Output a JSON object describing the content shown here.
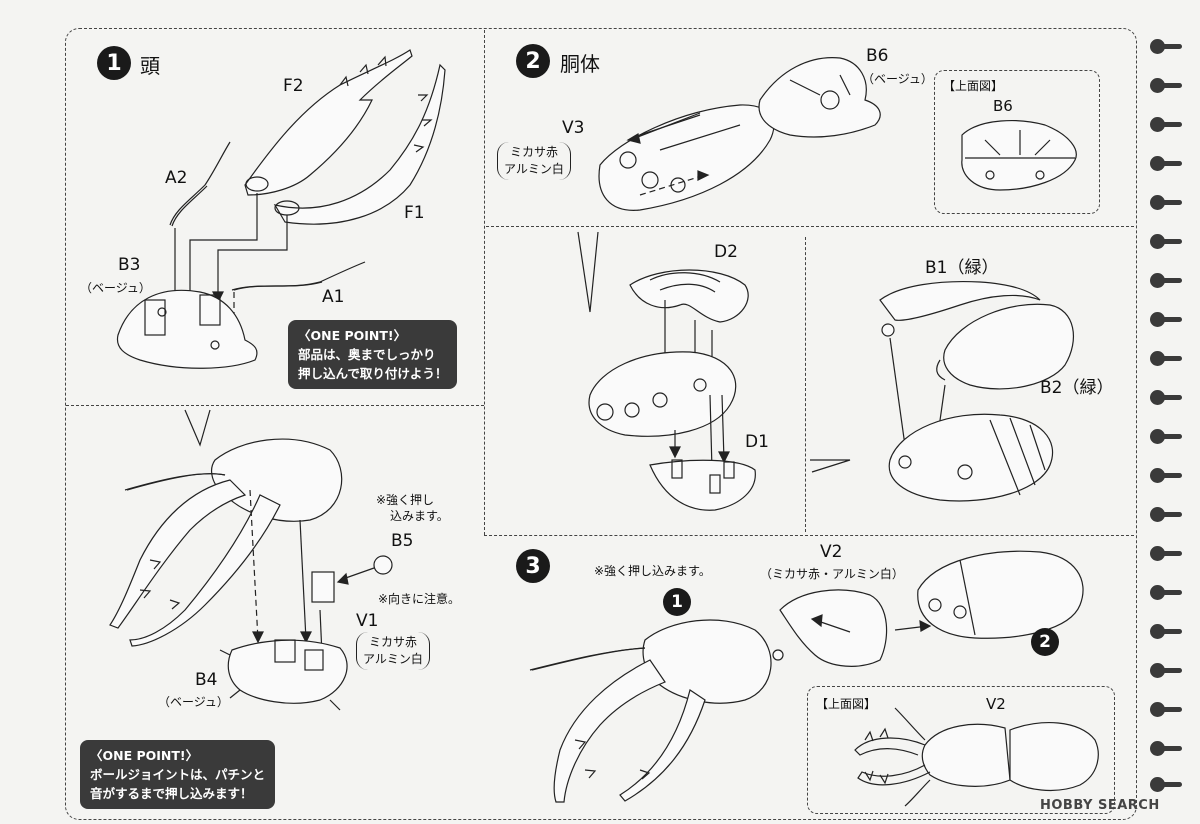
{
  "steps": [
    {
      "number": "1",
      "title": "頭"
    },
    {
      "number": "2",
      "title": "胴体"
    },
    {
      "number": "3",
      "title": ""
    }
  ],
  "step1": {
    "parts": {
      "F2": "F2",
      "A2": "A2",
      "F1": "F1",
      "B3": "B3",
      "B3_color": "（ベージュ）",
      "A1": "A1",
      "B5": "B5",
      "V1": "V1",
      "V1_color_1": "ミカサ赤",
      "V1_color_2": "アルミン白",
      "B4": "B4",
      "B4_color": "（ベージュ）"
    },
    "notes": {
      "press_firmly_1": "※強く押し",
      "press_firmly_2": "込みます。",
      "mind_direction": "※向きに注意。"
    },
    "onepoint_a": {
      "heading": "〈ONE POINT!〉",
      "line1": "部品は、奥までしっかり",
      "line2": "押し込んで取り付けよう！"
    },
    "onepoint_b": {
      "heading": "〈ONE POINT!〉",
      "line1": "ボールジョイントは、パチンと",
      "line2": "音がするまで押し込みます！"
    }
  },
  "step2": {
    "parts": {
      "B6": "B6",
      "B6_color": "（ベージュ）",
      "V3": "V3",
      "V3_color_1": "ミカサ赤",
      "V3_color_2": "アルミン白",
      "D2": "D2",
      "D1": "D1",
      "B1": "B1（緑）",
      "B2": "B2（緑）"
    },
    "top_view": {
      "label": "【上面図】",
      "part": "B6"
    }
  },
  "step3": {
    "note": "※強く押し込みます。",
    "sub1": "1",
    "sub2": "2",
    "parts": {
      "V2": "V2",
      "V2_color": "（ミカサ赤・アルミン白）"
    },
    "top_view": {
      "label": "【上面図】",
      "part": "V2"
    }
  },
  "watermark": "HOBBY SEARCH"
}
